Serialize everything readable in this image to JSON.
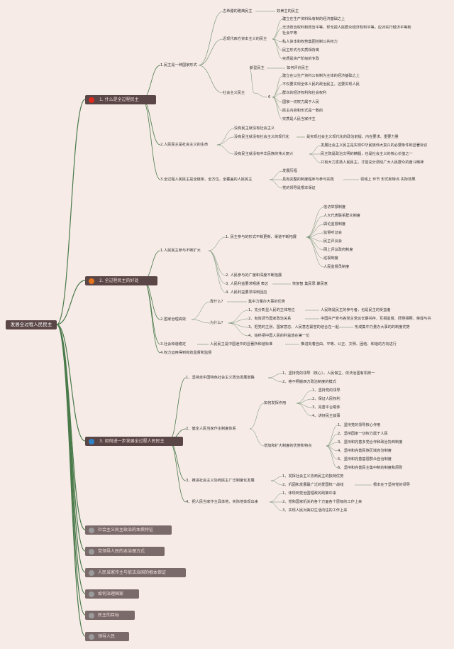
{
  "root": "发展全过程人民民主",
  "main": [
    {
      "label": "1. 什么是全过程民主",
      "color": "#e02a1d"
    },
    {
      "label": "2. 全过程民主的好处",
      "color": "#e6731e"
    },
    {
      "label": "3. 如何进一步发展全过程人民民主",
      "color": "#2f83c9"
    }
  ],
  "extra": [
    "社会主义民主政治的本质特征",
    "党领导人民的本治理方式",
    "人民当家作主与依法治国的根本保证",
    "如何治理国家",
    "民主的目标",
    "领导人民"
  ],
  "b1": {
    "s1": "1.民主是一种国家形式",
    "s1a": "古希腊的雅典民主",
    "s1a_r": "奴隶主的民主",
    "s1b": "近现代西方资本主义的民主",
    "s1b_items": [
      "建立在生产资料私有制的经济基础之上",
      "无法政治权利和政治平等，却无视人民群众经济权利平等，应对实行经济平等和",
      "社会平等",
      "私人资本和权势集团控制公共权力",
      "民主形式与实质相背离",
      "实质是资产阶级的专政"
    ],
    "s1c": "社会主义民主",
    "s1c_new": "新型民主",
    "s1c_new_r": "如何评价民主",
    "s1c_mark": "6",
    "s1c_items": [
      "建立在以生产资料公有制为主体的经济基础之上",
      "不仅要实现全体人民的政治民主，还要实现人民",
      "群众的经济权利和社会权利",
      "国家一切权力属于人民",
      "民主内容和形式是一致的",
      "实质是人民当家作主"
    ],
    "s2": "2.人民民主是社会主义的生命",
    "s2_items": [
      "没有民主就没有社会主义",
      "没有民主就没有社会主义的现代化",
      "没有民主就没有中华民族的伟大复兴"
    ],
    "s2_r2": "是实现社会主义现代化的政治前提、内在要求、重要力量",
    "s2_r3": [
      "发展社会主义民主是实现中华民族伟大复兴的必要条件和显著标识",
      "民主既是政治文明的精髓，也是社会主义的核心价值之一",
      "只有大力发扬人民民主，才能充分调动广大人民群众的奋斗精神"
    ],
    "s3": "3.全过程人民民主是全链条、全方位、全覆盖的人民民主",
    "s3_items": [
      "发展历程",
      "具有完整的制度程序与参与实践",
      "党的领导是根本保证"
    ],
    "s3_r": "领域上 环节 形式和特点 实际效果"
  },
  "b2": {
    "s1": "1.人民民主参与不断扩大",
    "s1a": "1. 民主参与的形式不断更新、渠道不断拓展",
    "s1a_items": [
      "信访举报制度",
      "人大代表联系群众制度",
      "舆论监督制度",
      "监督听证会",
      "民主评议会",
      "网上评议政府制度",
      "巡视制度",
      "人民监督员制度"
    ],
    "s1b": "2. 人民参与的广度和深度不断拓展",
    "s1c": "3. 人民利益要求畅通 表达",
    "s1c_r": "恢复智 集民思 聚民意",
    "s1d": "4. 人民利益要求得到回应",
    "s2": "2.国家治理高效",
    "s2a": "靠什么？",
    "s2a_r": "集中力量办大事的优势",
    "s2b": "为什么？",
    "s2b_items": [
      "1、充分彰显人民的主体地位",
      "2、有效调节国家政治关系",
      "3、把党的主张、国家意志、人民意志紧密的结合在一起",
      "4、始终把中国人民的利益放在第一位"
    ],
    "s2b_r1": "人民既是民主的参与者，也是民主的受益者",
    "s2b_r2": "中国共产党与各党主党派长期共存、互相监督、肝胆相照、荣辱与共",
    "s2b_r3": "形成集中力量办大事的的制度优势",
    "s3": "3.社会和谐稳定",
    "s3_m": "人民民主是中国途中的显著所和谐标准",
    "s3_r": "推进向着自由、平等、公正、文明、团结、和谐的方向进行",
    "s4": "4.权力运用得到有效监督和监督"
  },
  "b3": {
    "s1": "1、坚持走中国特色社会主义政治发展道路",
    "s1_items": [
      "1、坚持党的领导（核心），人民做主、依法治国有机统一",
      "2、绝不照搬西方政治制度的模式"
    ],
    "s2": "2、健全人民当家作主制度体系",
    "s2a": "如何发挥作用",
    "s2a_items": [
      "1、坚持党的领导",
      "2、保证人民权利",
      "3、完善平台载体",
      "4、讲好民主故事"
    ],
    "s2b": "增加和扩大制度的优势和特点",
    "s2b_items": [
      "1、坚持党的领导核心作用",
      "2、坚持国家一切权力属于人民",
      "3、坚持和完善多党合作和政治协商制度",
      "4、坚持和完善民族区域自治制度",
      "5、坚持和完善基层群众自治制度",
      "6、坚持和完善民主集中制的制度和原则"
    ],
    "s3": "3、推进社会主义协商民主广泛制度化发展",
    "s3_items": [
      "1、发挥社会主义协商民主的独特优势",
      "2、巩固和发展最广泛的爱国统一战线"
    ],
    "s3_r": "根本在于坚持党的领导",
    "s4": "4、把人民当家作主具体地、实际地体现出来",
    "s4_items": [
      "1、体现到党治国理政的政策中来",
      "2、党和国家机关的各个方面各个层级的工作上来",
      "3、实现人民对美好生活向往的工作上来"
    ]
  }
}
